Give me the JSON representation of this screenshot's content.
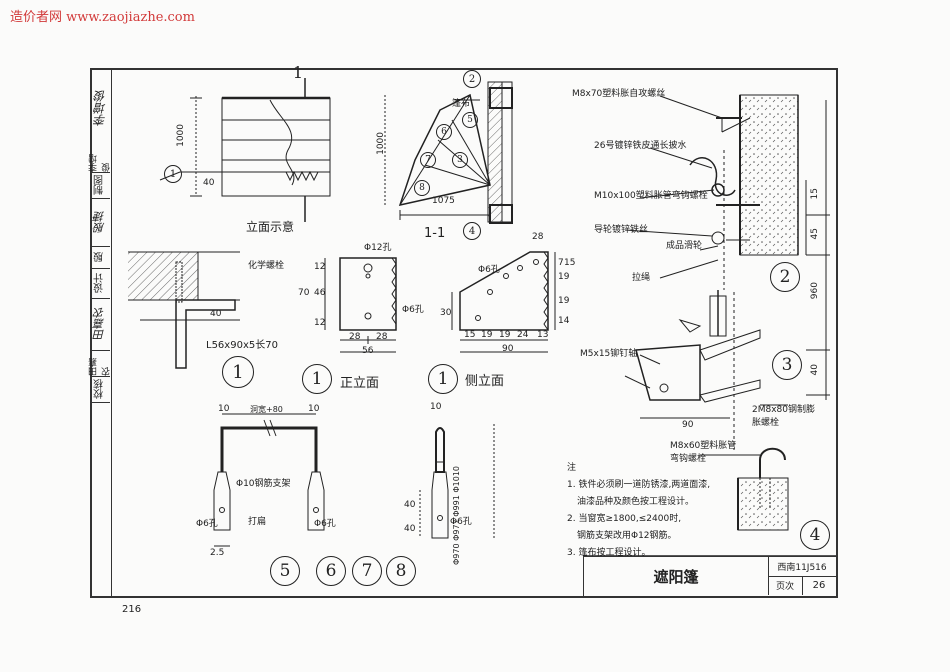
{
  "watermark": "造价者网 www.zaojiazhe.com",
  "sidebar": {
    "cells": [
      "校核",
      "田嘉农",
      "田嘉农",
      "设计",
      "殷",
      "殷捷",
      "制图",
      "李增俊",
      "李增俊"
    ]
  },
  "labels": {
    "elevation_title": "立面示意",
    "section_title": "1-1",
    "front_title": "正立面",
    "side_title": "侧立面",
    "angle_steel": "L56x90x5长70",
    "chem_bolt": "化学螺栓",
    "awning": "篷布",
    "hole12": "Φ12孔",
    "hole6a": "Φ6孔",
    "hole6b": "Φ6孔",
    "hole6c": "Φ6孔",
    "hole6d": "Φ6孔",
    "hole6e": "Φ6孔",
    "rebar_frame": "Φ10钢筋支架",
    "flatten": "打扁",
    "width_text": "洞宽+80",
    "dims_stack": "Φ970 Φ977 Φ991 Φ1010",
    "r1": "M8x70塑料胀自攻螺丝",
    "r2": "26号镀锌铁皮通长披水",
    "r3": "M10x100塑料胀管弯钩螺栓",
    "r4": "导轮镀锌铁丝",
    "r5": "成品滑轮",
    "r6": "拉绳",
    "r7": "M5x15铆钉轴",
    "r8": "2M8x80钢制膨胀螺栓",
    "r9": "M8x60塑料胀管弯钩螺栓"
  },
  "dims": {
    "d1000a": "1000",
    "d40a": "40",
    "d1000b": "1000",
    "d1075": "1075",
    "d40b": "40",
    "d28a": "28",
    "d28b": "28",
    "d56": "56",
    "d70": "70",
    "d12a": "12",
    "d46": "46",
    "d12b": "12",
    "d30": "30",
    "d28c": "28",
    "d15a": "15",
    "d19a": "19",
    "d19b": "19",
    "d24": "24",
    "d13": "13",
    "d90a": "90",
    "d19c": "19",
    "d19d": "19",
    "d14": "14",
    "d7": "7",
    "d15b": "15",
    "d10a": "10",
    "d10b": "10",
    "d10c": "10",
    "d40c": "40",
    "d40d": "40",
    "d25": "2.5",
    "d15c": "15",
    "d45": "45",
    "d960": "960",
    "d40e": "40",
    "d90b": "90"
  },
  "circles": {
    "c1": "1",
    "c1b": "1",
    "c1c": "1",
    "c1d": "1",
    "c1e": "1",
    "c2": "2",
    "c2b": "2",
    "c3": "3",
    "c3b": "3",
    "c4": "4",
    "c4b": "4",
    "c5": "5",
    "c5b": "5",
    "c6": "6",
    "c6b": "6",
    "c7": "7",
    "c7b": "7",
    "c8": "8",
    "c8b": "8"
  },
  "notes": {
    "head": "注",
    "n1": "1. 铁件必须刷一道防锈漆,两道面漆,",
    "n1b": "油漆品种及颜色按工程设计。",
    "n2": "2. 当窗宽≥1800,≤2400时,",
    "n2b": "钢筋支架改用Φ12钢筋。",
    "n3": "3. 篷布按工程设计。"
  },
  "titleblock": {
    "title": "遮阳篷",
    "atlas": "西南11J516",
    "page_label": "页次",
    "page_no": "26"
  },
  "page_number": "216"
}
